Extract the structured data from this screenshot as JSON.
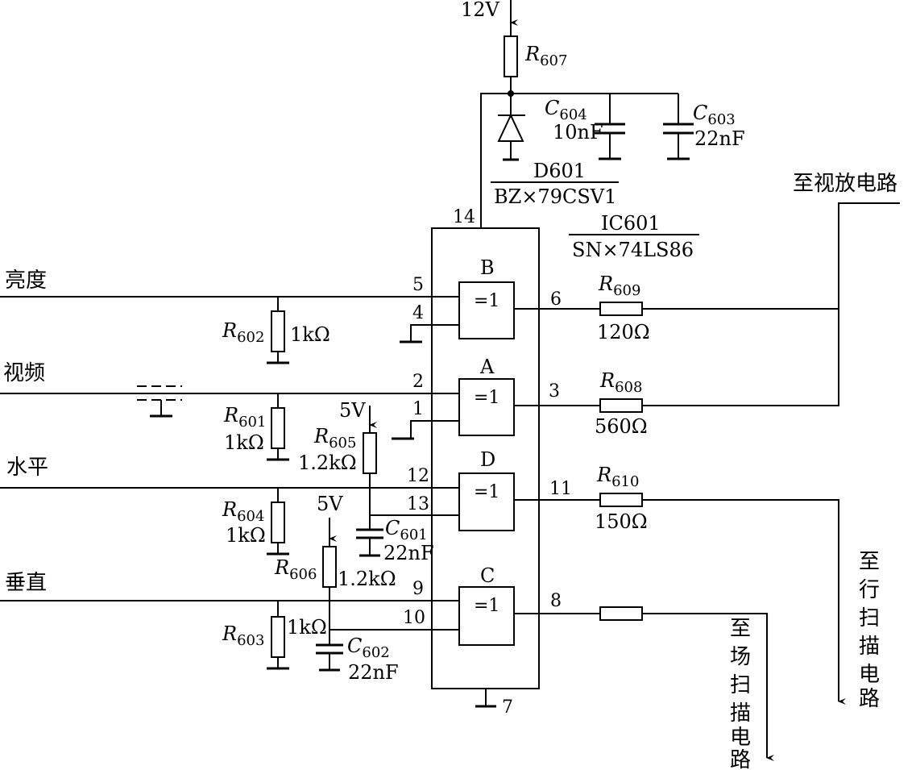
{
  "supply": {
    "v12": "12V",
    "v5a": "5V",
    "v5b": "5V"
  },
  "resistors": {
    "r607": {
      "sym": "R",
      "sub": "607"
    },
    "r609": {
      "sym": "R",
      "sub": "609",
      "value": "120Ω"
    },
    "r608": {
      "sym": "R",
      "sub": "608",
      "value": "560Ω"
    },
    "r610": {
      "sym": "R",
      "sub": "610",
      "value": "150Ω"
    },
    "r602": {
      "sym": "R",
      "sub": "602",
      "value": "1kΩ"
    },
    "r601": {
      "sym": "R",
      "sub": "601",
      "value": "1kΩ"
    },
    "r605": {
      "sym": "R",
      "sub": "605",
      "value": "1.2kΩ"
    },
    "r604": {
      "sym": "R",
      "sub": "604",
      "value": "1kΩ"
    },
    "r606": {
      "sym": "R",
      "sub": "606",
      "value": "1.2kΩ"
    },
    "r603": {
      "sym": "R",
      "sub": "603",
      "value": "1kΩ"
    }
  },
  "capacitors": {
    "c604": {
      "sym": "C",
      "sub": "604",
      "value": "10nF"
    },
    "c603": {
      "sym": "C",
      "sub": "603",
      "value": "22nF"
    },
    "c601": {
      "sym": "C",
      "sub": "601",
      "value": "22nF"
    },
    "c602": {
      "sym": "C",
      "sub": "602",
      "value": "22nF"
    }
  },
  "diode": {
    "name": "D601",
    "part": "BZ×79CSV1"
  },
  "ic": {
    "name": "IC601",
    "part": "SN×74LS86"
  },
  "gates": {
    "B": {
      "label": "B",
      "func": "=1",
      "in1": "5",
      "in2": "4",
      "out": "6"
    },
    "A": {
      "label": "A",
      "func": "=1",
      "in1": "2",
      "in2": "1",
      "out": "3"
    },
    "D": {
      "label": "D",
      "func": "=1",
      "in1": "12",
      "in2": "13",
      "out": "11"
    },
    "C": {
      "label": "C",
      "func": "=1",
      "in1": "9",
      "in2": "10",
      "out": "8"
    }
  },
  "pins": {
    "vcc": "14",
    "gnd": "7"
  },
  "inputs": {
    "brightness": "亮度",
    "video": "视频",
    "horizontal": "水平",
    "vertical": "垂直"
  },
  "outputs": {
    "video_amp": "至视放电路",
    "line_scan": [
      "至",
      "行",
      "扫",
      "描",
      "电",
      "路"
    ],
    "field_scan": [
      "至",
      "场",
      "扫",
      "描",
      "电",
      "路"
    ]
  }
}
